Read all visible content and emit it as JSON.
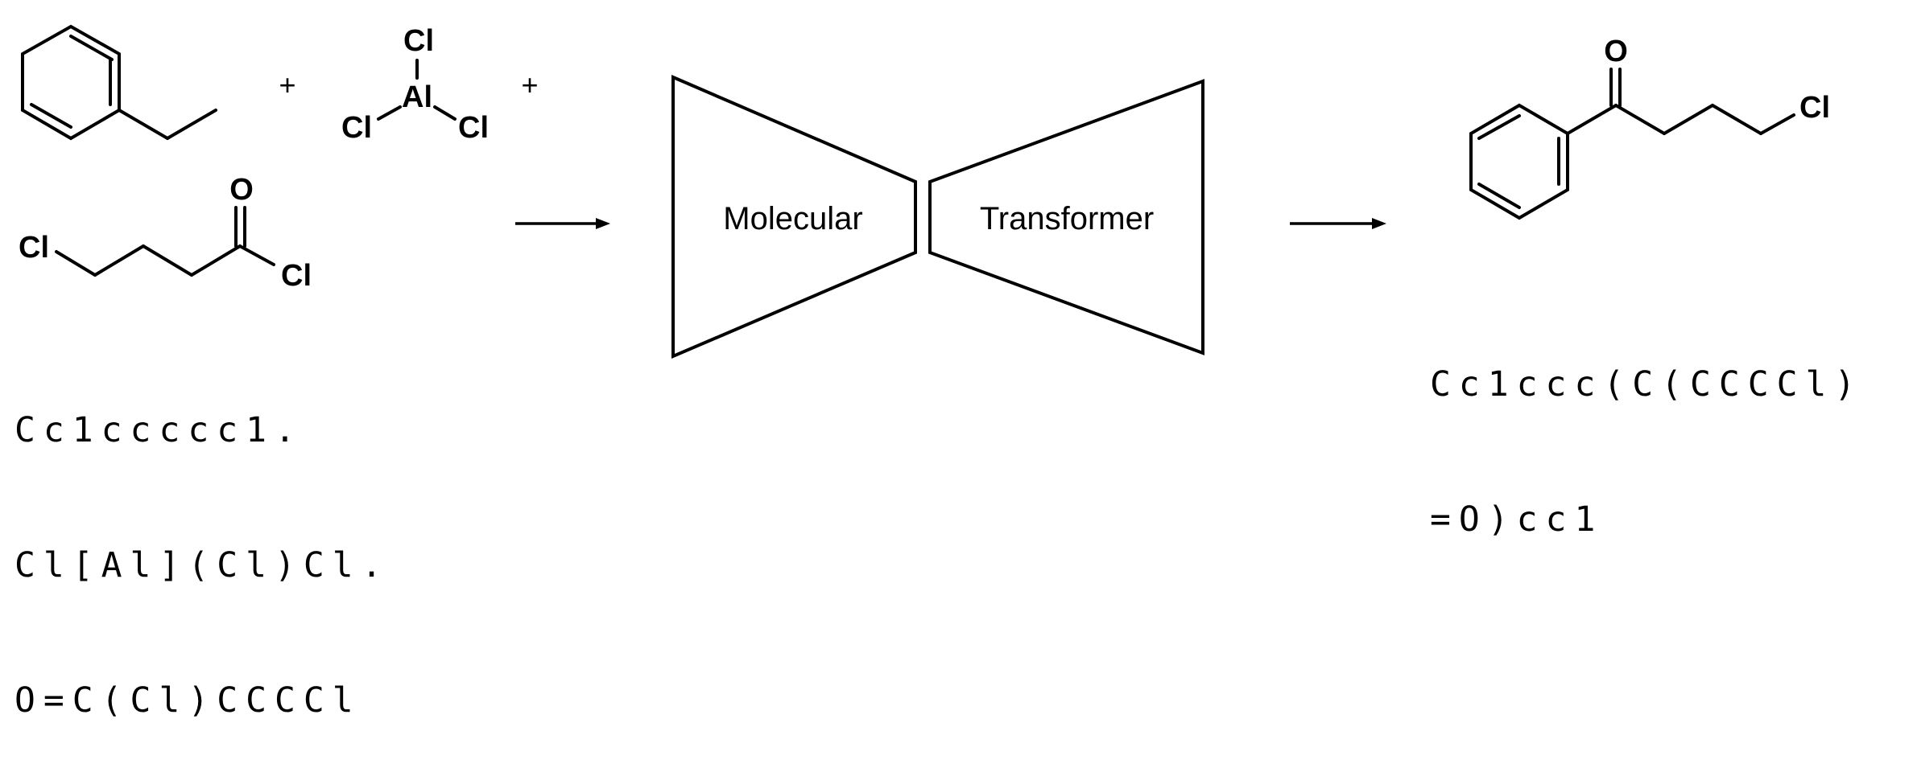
{
  "reactants": {
    "aromatic_label": "",
    "lewis_acid": {
      "center": "Al",
      "ligand_top": "Cl",
      "ligand_left": "Cl",
      "ligand_right": "Cl"
    },
    "acyl_chloride": {
      "oxygen": "O",
      "chain_chlorine": "Cl",
      "acyl_chlorine": "Cl"
    },
    "plus_signs": [
      "+",
      "+"
    ],
    "smiles_lines": [
      "Cc1ccccc1.",
      "Cl[Al](Cl)Cl.",
      "O=C(Cl)CCCCl"
    ]
  },
  "model": {
    "encoder_label": "Molecular",
    "decoder_label": "Transformer"
  },
  "product": {
    "oxygen": "O",
    "chlorine": "Cl",
    "smiles_lines": [
      "Cc1ccc(C(CCCCl)",
      "=O)cc1"
    ]
  }
}
